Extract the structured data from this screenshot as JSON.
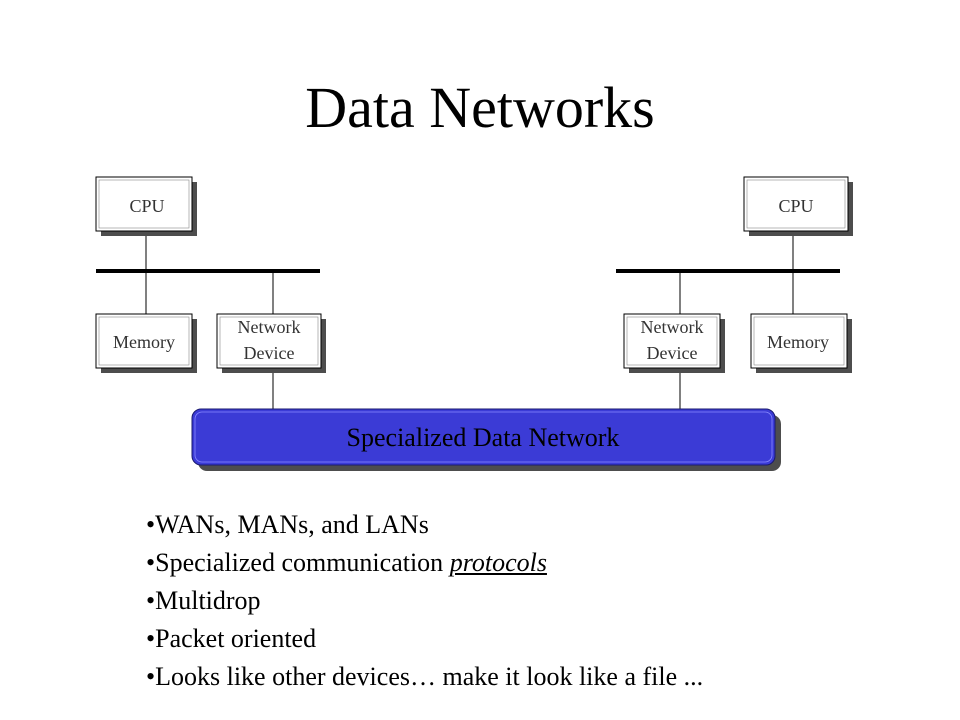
{
  "title": "Data Networks",
  "diagram": {
    "left": {
      "cpu": "CPU",
      "memory": "Memory",
      "network_device": [
        "Network",
        "Device"
      ]
    },
    "right": {
      "cpu": "CPU",
      "memory": "Memory",
      "network_device": [
        "Network",
        "Device"
      ]
    },
    "network": "Specialized Data Network",
    "colors": {
      "network_fill": "#3b3bd6",
      "box_fill": "#ffffff",
      "shadow": "#4d4d4d"
    }
  },
  "bullets": [
    {
      "bullet": "•",
      "text": "WANs, MANs, and LANs"
    },
    {
      "bullet": "•",
      "text": "Specialized communication ",
      "emphasis": "protocols"
    },
    {
      "bullet": "•",
      "text": "Multidrop"
    },
    {
      "bullet": "•",
      "text": "Packet oriented"
    },
    {
      "bullet": "•",
      "text": "Looks like other devices… make it look like a file ..."
    }
  ]
}
